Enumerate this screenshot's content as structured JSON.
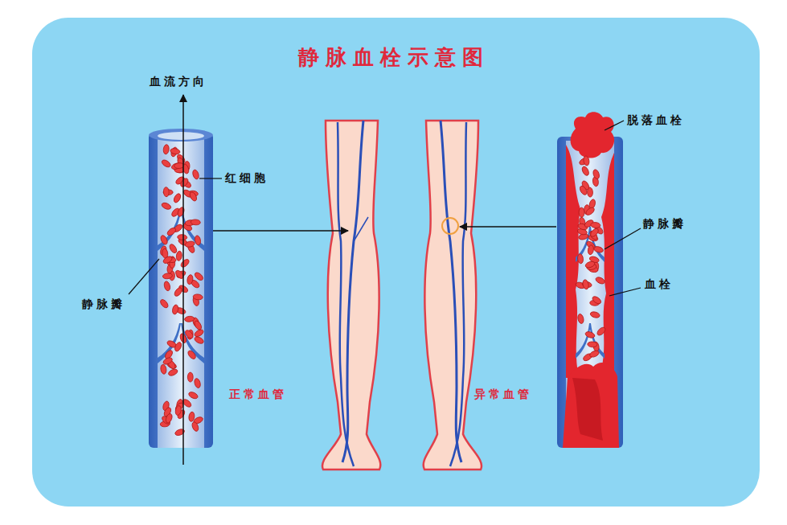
{
  "diagram": {
    "title": "静脉血栓示意图",
    "labels": [
      "血流方向",
      "脱落血栓",
      "红细胞",
      "静脉瓣",
      "血栓",
      "静脉瓣",
      "正常血管",
      "异常血管"
    ]
  }
}
